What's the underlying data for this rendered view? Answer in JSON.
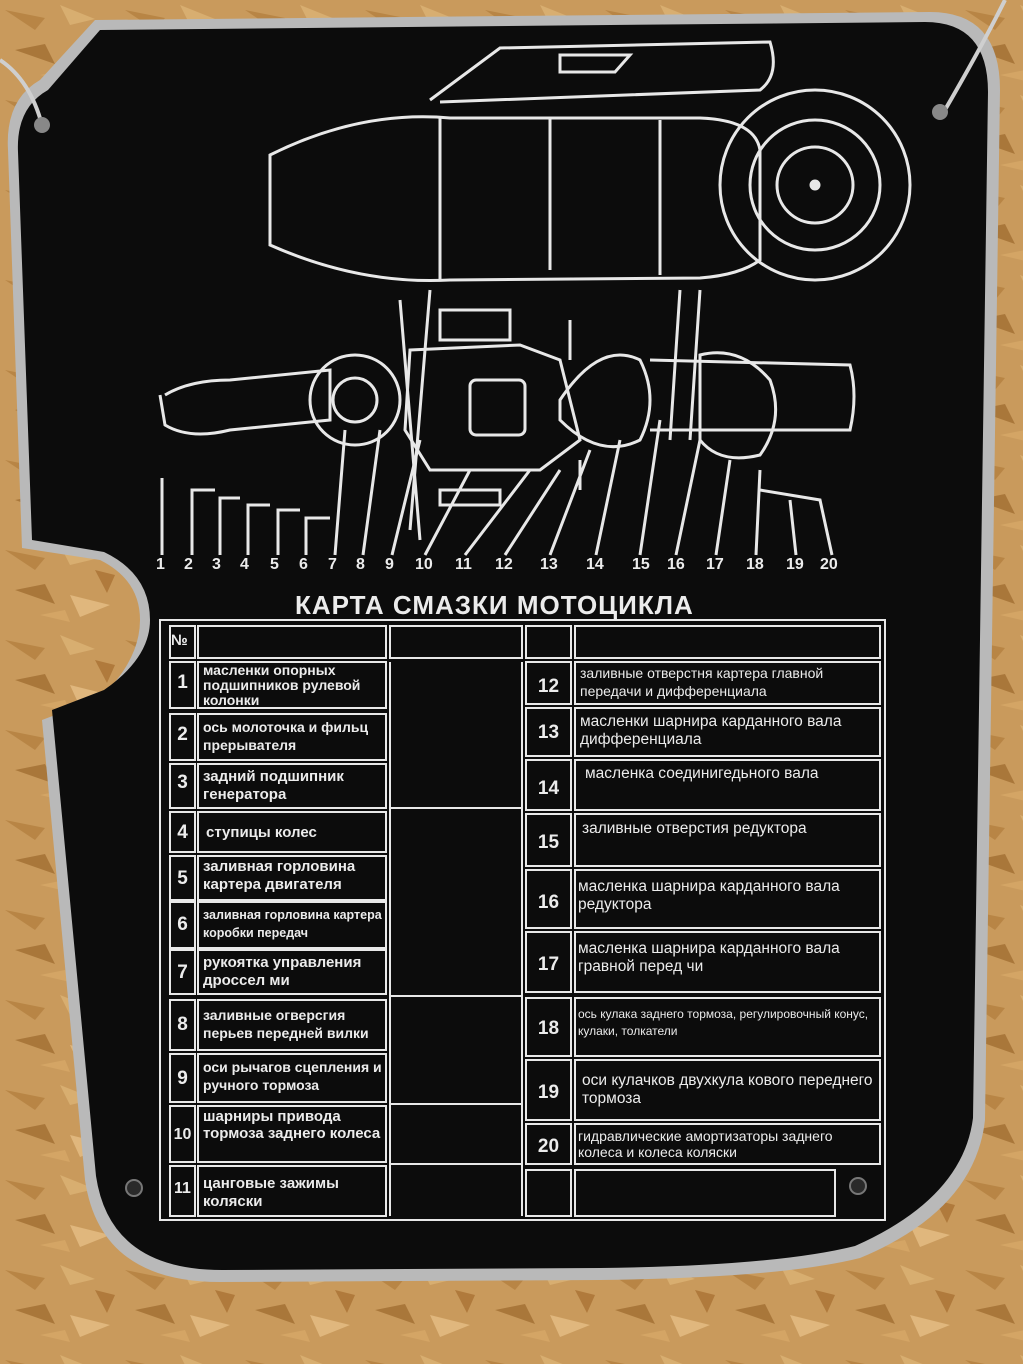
{
  "title": "КАРТА СМАЗКИ МОТОЦИКЛА",
  "header_no": "№",
  "diagram_numbers": [
    "1",
    "2",
    "3",
    "4",
    "5",
    "6",
    "7",
    "8",
    "9",
    "10",
    "11",
    "12",
    "13",
    "14",
    "15",
    "16",
    "17",
    "18",
    "19",
    "20"
  ],
  "left_rows": [
    {
      "n": "1",
      "text": "масленки опорных подшипников рулевой колонки"
    },
    {
      "n": "2",
      "text": "ось молоточка и фильц прерывателя"
    },
    {
      "n": "3",
      "text": "задний подшипник генератора"
    },
    {
      "n": "4",
      "text": "ступицы колес"
    },
    {
      "n": "5",
      "text": "заливная горловина картера двигателя"
    },
    {
      "n": "6",
      "text": "заливная горловина картера коробки передач"
    },
    {
      "n": "7",
      "text": "рукоятка управления дроссел ми"
    },
    {
      "n": "8",
      "text": "заливные огверсгия перьев передней вилки"
    },
    {
      "n": "9",
      "text": "оси рычагов сцепления и ручного тормоза"
    },
    {
      "n": "10",
      "text": "шарниры привода тормоза заднего колеса"
    },
    {
      "n": "11",
      "text": "цанговые зажимы коляски"
    }
  ],
  "right_rows": [
    {
      "n": "12",
      "text": "заливные отверстня картера главной передачи и дифференциала"
    },
    {
      "n": "13",
      "text": "масленки шарнира карданного вала дифференциала"
    },
    {
      "n": "14",
      "text": "масленка соединигедьного вала"
    },
    {
      "n": "15",
      "text": "заливные отверстия редуктора"
    },
    {
      "n": "16",
      "text": "масленка шарнира карданного вала редуктора"
    },
    {
      "n": "17",
      "text": "масленка шарнира карданного вала гравной перед чи"
    },
    {
      "n": "18",
      "text": "ось кулака заднего тормоза, регулировочный конус, кулаки, толкатели"
    },
    {
      "n": "19",
      "text": "оси кулачков двухкула кового переднего тормоза"
    },
    {
      "n": "20",
      "text": "гидравлические амортизаторы заднего колеса и колеса коляски"
    }
  ],
  "colors": {
    "plate": "#0c0c0c",
    "engraving": "#e8e8e8",
    "rim": "#b8b8b8",
    "wood": "#c99a5c"
  }
}
